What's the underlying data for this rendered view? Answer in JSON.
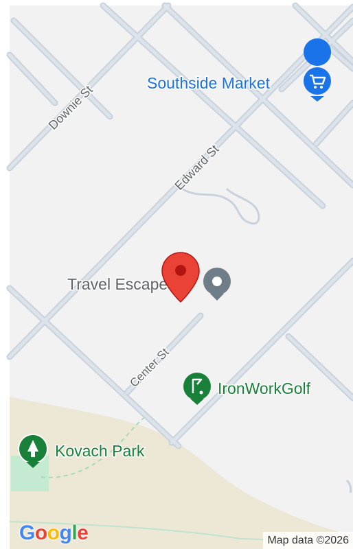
{
  "map": {
    "streets": {
      "downie": "Downie St",
      "edward": "Edward St",
      "center": "Center St"
    },
    "places": {
      "market": {
        "label": "Southside Market",
        "icon": "shopping-cart-icon",
        "color": "#1a73e8"
      },
      "travel": {
        "label": "Travel Escapes",
        "icon": "place-pin-icon",
        "color": "#5f6368"
      },
      "golf": {
        "label": "IronWorkGolf",
        "icon": "golf-icon",
        "color": "#188038"
      },
      "park": {
        "label": "Kovach Park",
        "icon": "tree-icon",
        "color": "#188038"
      }
    },
    "selected_marker": {
      "icon": "red-map-pin-icon",
      "color": "#ea4335"
    }
  },
  "footer": {
    "logo_letters": [
      "G",
      "o",
      "o",
      "g",
      "l",
      "e"
    ],
    "logo_colors": [
      "#4285f4",
      "#ea4335",
      "#fbbc05",
      "#4285f4",
      "#34a853",
      "#ea4335"
    ],
    "attribution": "Map data ©2026"
  }
}
